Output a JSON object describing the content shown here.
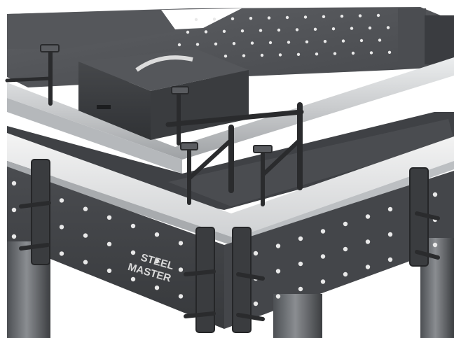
{
  "scene": {
    "subject": "welding-table-corner",
    "colors": {
      "background": "#ffffff",
      "table_top": "#4a4c50",
      "table_top_far": "#5a5c60",
      "side_panel": "#3e4044",
      "side_panel_dark": "#2e3033",
      "rail_silver": "#d4d6d8",
      "rail_silver_dark": "#a9acaf",
      "hole": "#f2f2f2",
      "leg": "#6a6d71",
      "clamp": "#2a2b2d"
    }
  },
  "brand": {
    "line1": "STEEL",
    "line2": "MASTER"
  }
}
